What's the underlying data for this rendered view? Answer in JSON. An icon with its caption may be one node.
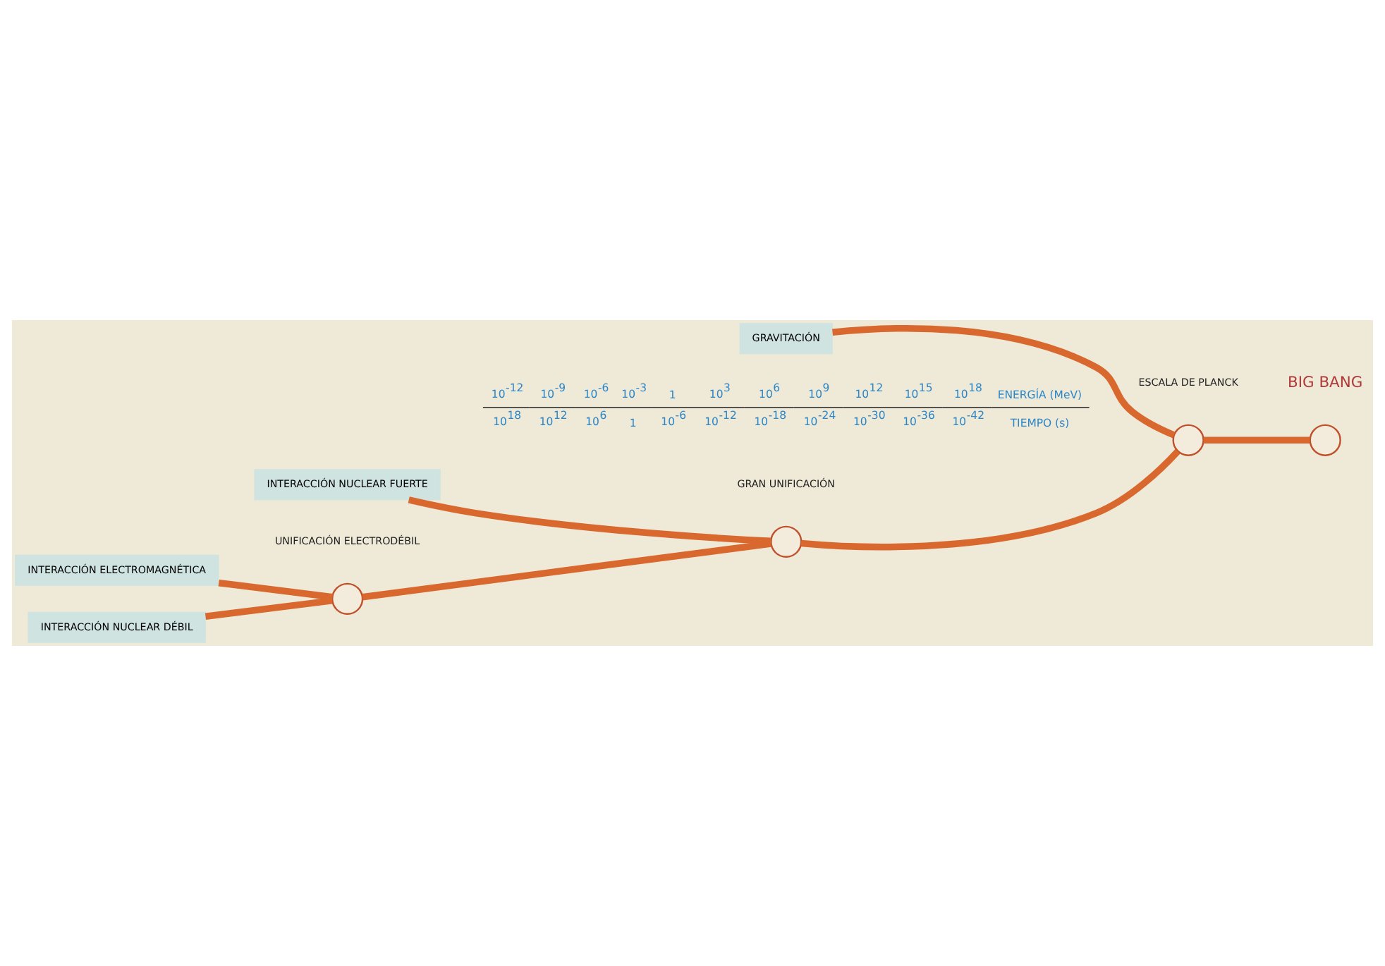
{
  "diagram": {
    "nodes": [
      {
        "text": [
          "INTERACCIÓN ELECTROMAGNÉTICA"
        ]
      },
      {
        "text": [
          "INTERACCIÓN NUCLEAR DÉBIL"
        ]
      },
      {
        "text": [
          "INTERACCIÓN NUCLEAR FUERTE"
        ]
      },
      {
        "text": [
          "GRAVITACIÓN"
        ]
      },
      {
        "text": [],
        "shape": "circle",
        "beside": [
          "UNIFICACIÓN ELECTRODÉBIL"
        ]
      },
      {
        "text": [],
        "shape": "circle",
        "beside": [
          "GRAN UNIFICACIÓN"
        ]
      },
      {
        "text": [],
        "shape": "circle",
        "beside": [
          "ESCALA DE PLANCK"
        ]
      },
      {
        "text": [],
        "shape": "circle",
        "beside": [
          "BIG BANG"
        ]
      }
    ],
    "edges": [
      {
        "from": 0,
        "to": 4,
        "arrow": "none"
      },
      {
        "from": 1,
        "to": 4,
        "arrow": "none"
      },
      {
        "from": 4,
        "to": 5,
        "arrow": "none"
      },
      {
        "from": 2,
        "to": 5,
        "arrow": "none"
      },
      {
        "from": 5,
        "to": 6,
        "arrow": "none"
      },
      {
        "from": 3,
        "to": 6,
        "arrow": "none"
      },
      {
        "from": 6,
        "to": 7,
        "arrow": "none"
      }
    ],
    "labels": [
      "10$^{-12}$",
      "10$^{-9}$",
      "10$^{-6}$",
      "10$^{-3}$",
      "1",
      "10$^{3}$",
      "10$^{6}$",
      "10$^{9}$",
      "10$^{12}$",
      "10$^{15}$",
      "10$^{18}$",
      "ENERGÍA (MeV)",
      "10$^{18}$",
      "10$^{12}$",
      "10$^{6}$",
      "1",
      "10$^{-6}$",
      "10$^{-12}$",
      "10$^{-18}$",
      "10$^{-24}$",
      "10$^{-30}$",
      "10$^{-36}$",
      "10$^{-42}$",
      "TIEMPO (s)"
    ]
  }
}
